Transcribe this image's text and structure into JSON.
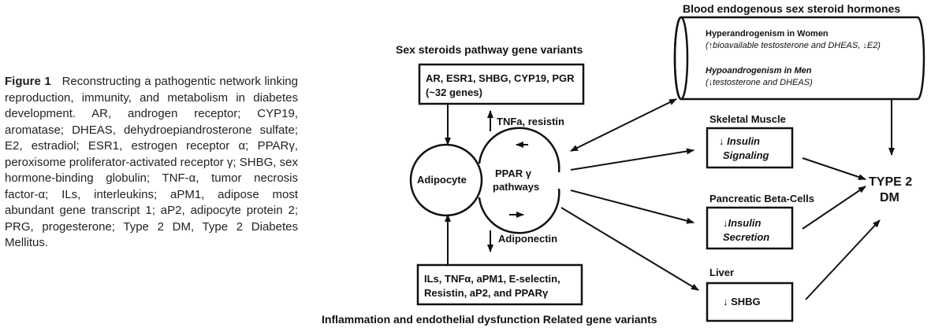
{
  "caption": {
    "label": "Figure 1",
    "text": "Reconstructing a pathogentic network linking reproduction, immunity, and metabolism in diabetes development. AR, androgen receptor; CYP19, aromatase; DHEAS, dehydroepiandrosterone sulfate; E2, estradiol; ESR1, estrogen receptor α; PPARγ, peroxisome proliferator-activated receptor γ; SHBG, sex hormone-binding globulin; TNF-α, tumor necrosis factor-α; ILs, interleukins; aPM1, adipose most abundant gene transcript 1; aP2, adipocyte protein 2; PRG, progesterone; Type 2 DM, Type 2 Diabetes Mellitus."
  },
  "diagram": {
    "sex_steroids": {
      "title": "Sex steroids pathway gene variants",
      "line1": "AR, ESR1, SHBG, CYP19, PGR",
      "line2": "(~32 genes)"
    },
    "inflammation": {
      "title": "Inflammation and endothelial dysfunction Related gene variants",
      "line1": "ILs, TNFα, aPM1, E-selectin,",
      "line2": "Resistin, aP2, and PPARγ"
    },
    "tnf_label": "TNFa, resistin",
    "adiponectin_label": "Adiponectin",
    "adipocyte_label": "Adipocyte",
    "ppar_line1": "PPAR γ",
    "ppar_line2": "pathways",
    "blood": {
      "title": "Blood endogenous sex steroid hormones",
      "women_title": "Hyperandrogenism in Women",
      "women_detail": "(↑bioavailable testosterone and DHEAS, ↓E2)",
      "men_title": "Hypoandrogenism in Men",
      "men_detail": "(↓testosterone and DHEAS)"
    },
    "skeletal": {
      "title": "Skeletal Muscle",
      "line1": "↓ Insulin",
      "line2": "Signaling"
    },
    "pancreatic": {
      "title": "Pancreatic Beta-Cells",
      "line1": "↓Insulin",
      "line2": "Secretion"
    },
    "liver": {
      "title": "Liver",
      "line1": "↓ SHBG"
    },
    "outcome": {
      "line1": "TYPE 2",
      "line2": "DM"
    }
  }
}
